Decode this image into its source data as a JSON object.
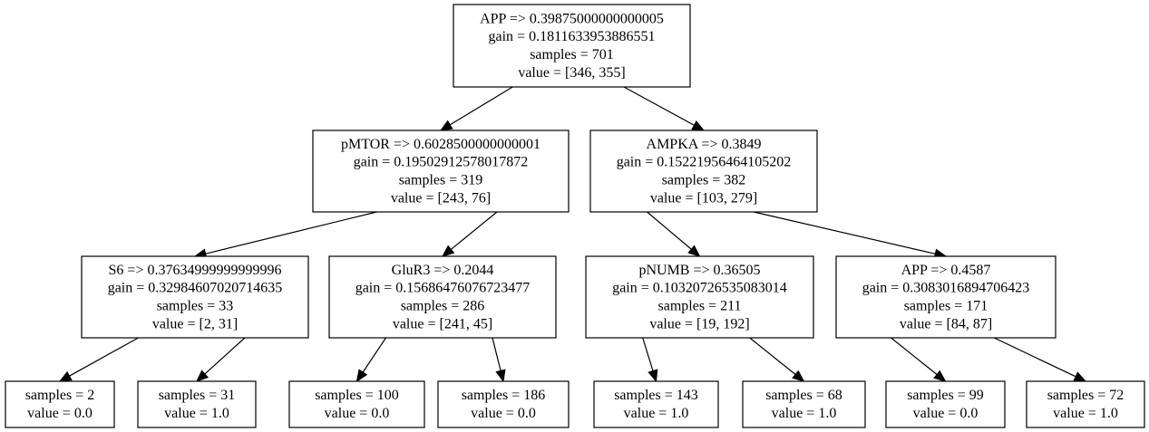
{
  "nodes": [
    {
      "id": "n0",
      "lines": [
        "APP => 0.39875000000000005",
        "gain = 0.1811633953886551",
        "samples = 701",
        "value = [346, 355]"
      ]
    },
    {
      "id": "n1",
      "lines": [
        "pMTOR => 0.6028500000000001",
        "gain = 0.19502912578017872",
        "samples = 319",
        "value = [243, 76]"
      ]
    },
    {
      "id": "n2",
      "lines": [
        "AMPKA => 0.3849",
        "gain = 0.15221956464105202",
        "samples = 382",
        "value = [103, 279]"
      ]
    },
    {
      "id": "n3",
      "lines": [
        "S6 => 0.37634999999999996",
        "gain = 0.32984607020714635",
        "samples = 33",
        "value = [2, 31]"
      ]
    },
    {
      "id": "n4",
      "lines": [
        "GluR3 => 0.2044",
        "gain = 0.15686476076723477",
        "samples = 286",
        "value = [241, 45]"
      ]
    },
    {
      "id": "n5",
      "lines": [
        "pNUMB => 0.36505",
        "gain = 0.10320726535083014",
        "samples = 211",
        "value = [19, 192]"
      ]
    },
    {
      "id": "n6",
      "lines": [
        "APP => 0.4587",
        "gain = 0.3083016894706423",
        "samples = 171",
        "value = [84, 87]"
      ]
    },
    {
      "id": "n7",
      "lines": [
        "samples = 2",
        "value = 0.0"
      ]
    },
    {
      "id": "n8",
      "lines": [
        "samples = 31",
        "value = 1.0"
      ]
    },
    {
      "id": "n9",
      "lines": [
        "samples = 100",
        "value = 0.0"
      ]
    },
    {
      "id": "n10",
      "lines": [
        "samples = 186",
        "value = 0.0"
      ]
    },
    {
      "id": "n11",
      "lines": [
        "samples = 143",
        "value = 1.0"
      ]
    },
    {
      "id": "n12",
      "lines": [
        "samples = 68",
        "value = 1.0"
      ]
    },
    {
      "id": "n13",
      "lines": [
        "samples = 99",
        "value = 0.0"
      ]
    },
    {
      "id": "n14",
      "lines": [
        "samples = 72",
        "value = 1.0"
      ]
    }
  ],
  "edges": [
    [
      "n0",
      "n1"
    ],
    [
      "n0",
      "n2"
    ],
    [
      "n1",
      "n3"
    ],
    [
      "n1",
      "n4"
    ],
    [
      "n2",
      "n5"
    ],
    [
      "n2",
      "n6"
    ],
    [
      "n3",
      "n7"
    ],
    [
      "n3",
      "n8"
    ],
    [
      "n4",
      "n9"
    ],
    [
      "n4",
      "n10"
    ],
    [
      "n5",
      "n11"
    ],
    [
      "n5",
      "n12"
    ],
    [
      "n6",
      "n13"
    ],
    [
      "n6",
      "n14"
    ]
  ]
}
